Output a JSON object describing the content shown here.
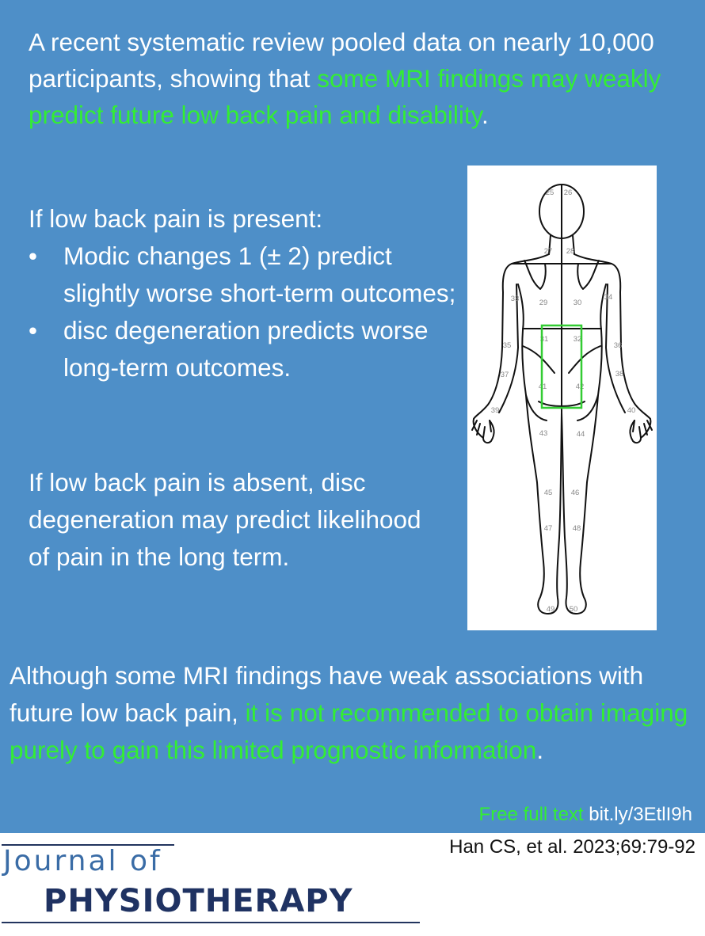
{
  "intro": {
    "part1": "A recent systematic review pooled data on nearly 10,000 participants, showing that ",
    "highlight": "some MRI findings may weakly predict future low back pain and disability",
    "end": "."
  },
  "pain_present": {
    "heading": "If low back pain is present:",
    "bullets": [
      "Modic changes 1 (± 2) predict slightly worse short-term outcomes;",
      "disc degeneration predicts worse long-term outcomes."
    ]
  },
  "pain_absent": {
    "text": "If low back pain is absent, disc degeneration may predict likelihood of pain in the long term."
  },
  "conclusion": {
    "part1": "Although some MRI findings have weak associations with future low back pain, ",
    "highlight": "it is not recommended to obtain imaging purely to gain this limited prognostic information",
    "end": "."
  },
  "footer": {
    "free_label": "Free full text",
    "link": "bit.ly/3EtlI9h",
    "citation": "Han CS, et al. 2023;69:79-92"
  },
  "journal": {
    "line1": "Journal of",
    "line2": "PHYSIOTHERAPY"
  },
  "body_chart": {
    "region_numbers": [
      "25",
      "26",
      "27",
      "28",
      "29",
      "30",
      "31",
      "32",
      "33",
      "34",
      "35",
      "36",
      "37",
      "38",
      "39",
      "40",
      "41",
      "42",
      "43",
      "44",
      "45",
      "46",
      "47",
      "48",
      "49",
      "50"
    ],
    "highlight_color": "#33cc33"
  },
  "colors": {
    "background": "#4e8fc8",
    "highlight_text": "#33ee33",
    "journal_blue": "#3a6ca6",
    "journal_navy": "#1f3262"
  }
}
